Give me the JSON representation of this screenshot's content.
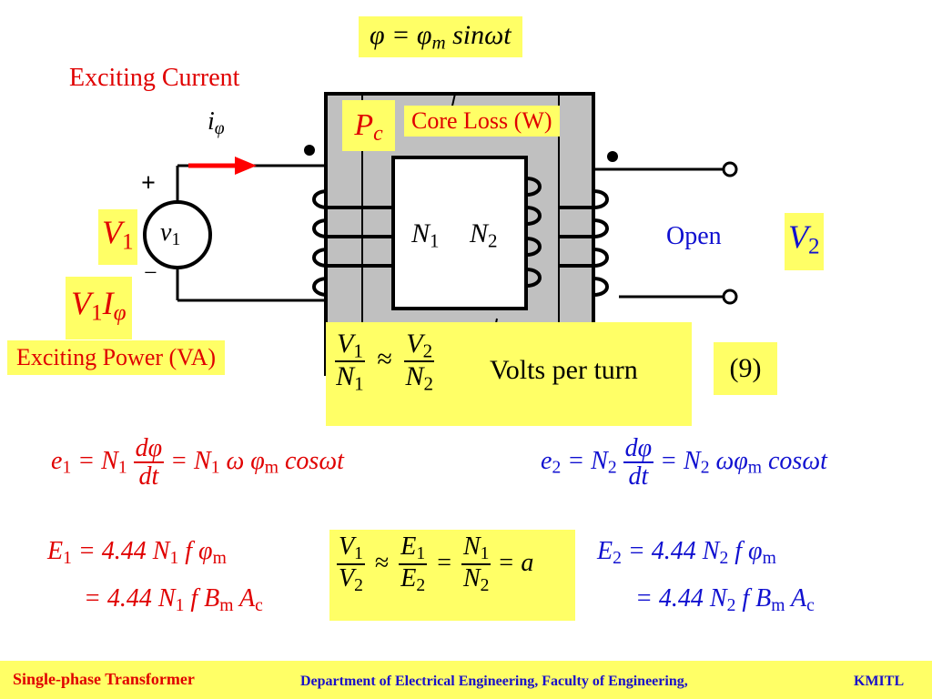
{
  "labels": {
    "flux_eq": "φ = φ",
    "flux_sub": "m",
    "flux_rhs": " sinωt",
    "exciting_current": "Exciting Current",
    "i_phi_base": "i",
    "i_phi_sub": "φ",
    "pc_base": "P",
    "pc_sub": "c",
    "core_loss": "Core Loss (W)",
    "plus": "+",
    "minus": "−",
    "v1_big_base": "V",
    "v1_big_sub": "1",
    "v1_small_base": "v",
    "v1_small_sub": "1",
    "n1_base": "N",
    "n1_sub": "1",
    "n2_base": "N",
    "n2_sub": "2",
    "open": "Open",
    "v2_base": "V",
    "v2_sub": "2",
    "v1i_base1": "V",
    "v1i_sub1": "1",
    "v1i_base2": "I",
    "v1i_sub2": "φ",
    "exciting_power": "Exciting Power (VA)",
    "volts_per_turn": "Volts per turn",
    "eq_number": "(9)"
  },
  "equations": {
    "ratio_v1": "V",
    "ratio_v1_sub": "1",
    "ratio_n1": "N",
    "ratio_n1_sub": "1",
    "ratio_v2": "V",
    "ratio_v2_sub": "2",
    "ratio_n2": "N",
    "ratio_n2_sub": "2",
    "approx": "≈",
    "e1_lhs": "e",
    "e1_lhs_sub": "1",
    "e1_mid": " = N",
    "e1_mid_sub": "1",
    "dphi": "dφ",
    "dt": "dt",
    "e1_rhs": " = N",
    "e1_rhs_sub": "1",
    "e1_tail": " ω φ",
    "e1_tail_sub": "m",
    "e1_cos": " cosωt",
    "e2_lhs": "e",
    "e2_lhs_sub": "2",
    "e2_mid": " = N",
    "e2_mid_sub": "2",
    "e2_rhs": " = N",
    "e2_rhs_sub": "2",
    "e2_tail": " ωφ",
    "e2_tail_sub": "m",
    "e2_cos": " cosωt",
    "E1a_lhs": "E",
    "E1a_lhs_sub": "1",
    "E1a_rhs": " = 4.44 N",
    "E1a_rhs_sub": "1",
    "E1a_tail": " f φ",
    "E1a_tail_sub": "m",
    "E1b_rhs": "= 4.44 N",
    "E1b_rhs_sub": "1",
    "E1b_f": " f B",
    "E1b_f_sub": "m",
    "E1b_a": " A",
    "E1b_a_sub": "c",
    "E2a_lhs": "E",
    "E2a_lhs_sub": "2",
    "E2a_rhs": " = 4.44 N",
    "E2a_rhs_sub": "2",
    "E2a_tail": " f φ",
    "E2a_tail_sub": "m",
    "E2b_rhs": "= 4.44 N",
    "E2b_rhs_sub": "2",
    "E2b_f": " f B",
    "E2b_f_sub": "m",
    "E2b_a": " A",
    "E2b_a_sub": "c",
    "ratio2_v1": "V",
    "ratio2_v1_sub": "1",
    "ratio2_v2": "V",
    "ratio2_v2_sub": "2",
    "ratio2_e1": "E",
    "ratio2_e1_sub": "1",
    "ratio2_e2": "E",
    "ratio2_e2_sub": "2",
    "ratio2_n1": "N",
    "ratio2_n1_sub": "1",
    "ratio2_n2": "N",
    "ratio2_n2_sub": "2",
    "ratio2_eq": "=",
    "ratio2_a": "= a"
  },
  "footer": {
    "left": "Single-phase Transformer",
    "center": "Department of Electrical Engineering, Faculty of Engineering,",
    "right": "KMITL"
  },
  "colors": {
    "highlight": "#ffff66",
    "red": "#e00000",
    "blue": "#1010d0",
    "core": "#c0c0c0"
  }
}
